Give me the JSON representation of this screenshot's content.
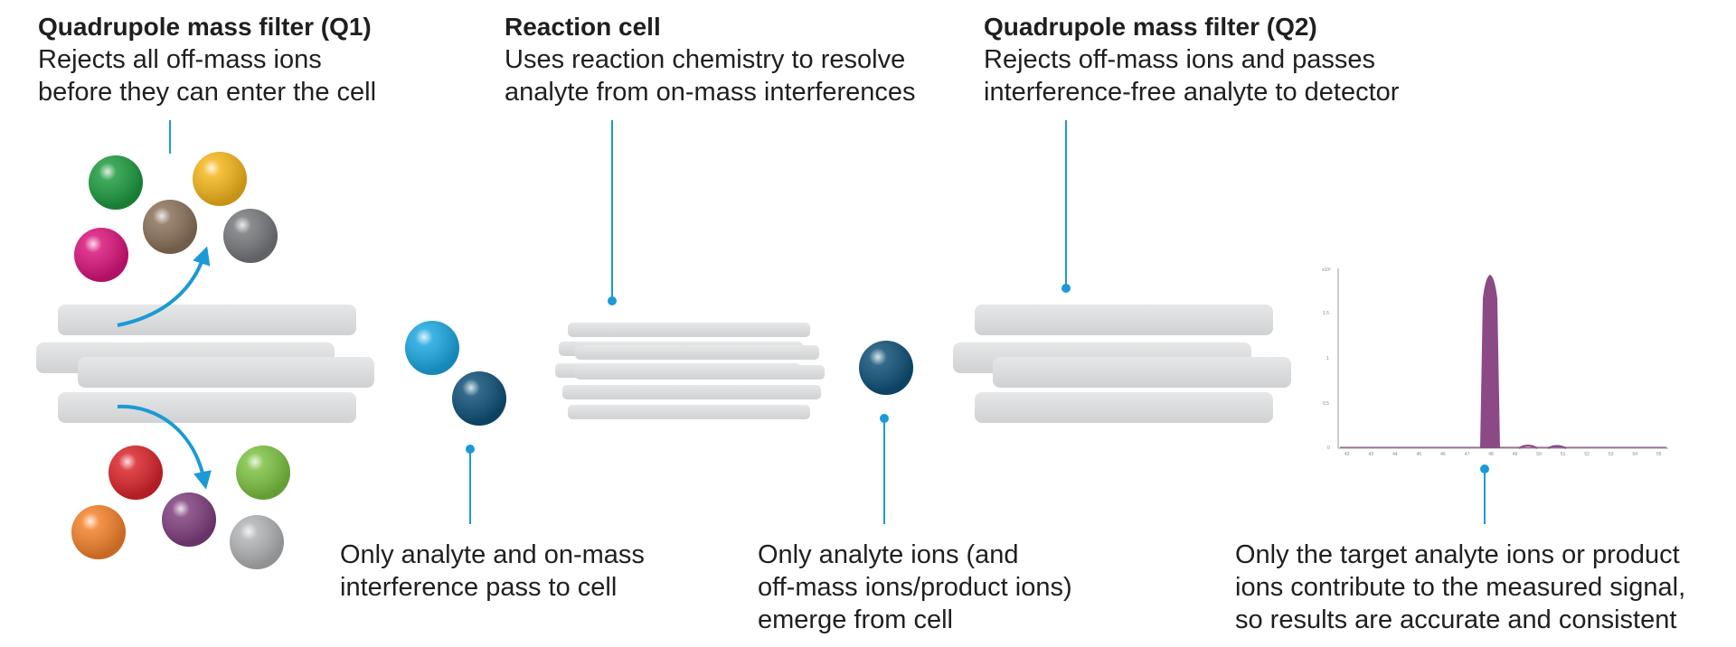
{
  "q1": {
    "title": "Quadrupole mass filter (Q1)",
    "lines": [
      "Rejects all off-mass ions",
      "before they can enter the cell"
    ]
  },
  "cell": {
    "title": "Reaction cell",
    "lines": [
      "Uses reaction chemistry to resolve",
      "analyte from on-mass interferences"
    ]
  },
  "q2": {
    "title": "Quadrupole mass filter (Q2)",
    "lines": [
      "Rejects off-mass ions and passes",
      "interference-free analyte to detector"
    ]
  },
  "bottom": {
    "pass": [
      "Only analyte and on-mass",
      "interference pass to cell"
    ],
    "emerge": [
      "Only analyte ions (and",
      "off-mass ions/product ions)",
      "emerge from cell"
    ],
    "signal": [
      "Only the target analyte ions or product",
      "ions contribute to the measured signal,",
      "so results are accurate and consistent"
    ]
  },
  "colors": {
    "leader": "#1a9ad6",
    "rod": "#d9dadb",
    "rod_shade": "#bfc1c3",
    "peak": "#8b4a85",
    "ion_green": "#1e9a3f",
    "ion_yellow": "#f3b51b",
    "ion_brown": "#8a7158",
    "ion_gray": "#75787b",
    "ion_magenta": "#d8147a",
    "ion_red": "#d9242a",
    "ion_lime": "#7cc142",
    "ion_orange": "#f2812b",
    "ion_purple": "#7f3f7d",
    "ion_silver": "#b0b2b4",
    "ion_cyan": "#1ba6e0",
    "ion_navy": "#0f5077"
  },
  "spectrum": {
    "y_ticks": [
      "0",
      "0.5",
      "1",
      "1.5",
      "x10³"
    ],
    "x_ticks": [
      "42",
      "43",
      "44",
      "45",
      "46",
      "47",
      "48",
      "49",
      "50",
      "51",
      "52",
      "53",
      "54",
      "55"
    ]
  }
}
